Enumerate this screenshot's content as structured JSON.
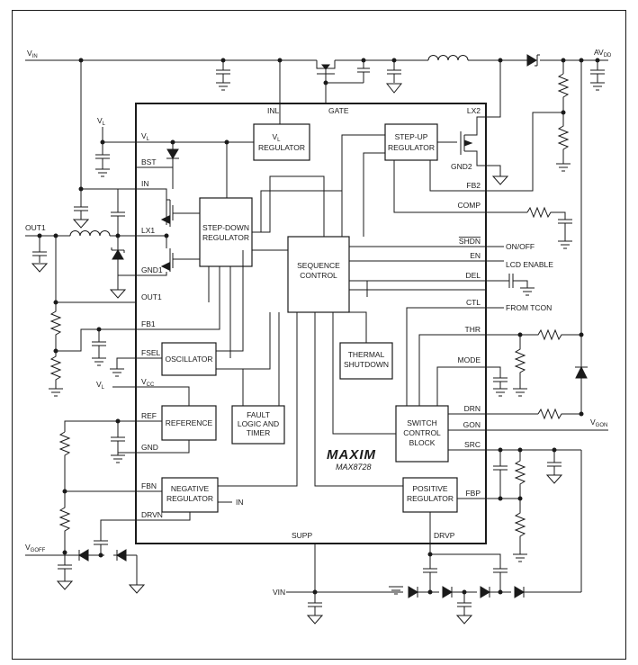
{
  "external": {
    "vin_top": "V",
    "vin_top_sub": "IN",
    "avdd": "AV",
    "avdd_sub": "DD",
    "vl": "V",
    "vl_sub": "L",
    "vl2": "V",
    "vl2_sub": "L",
    "out1": "OUT1",
    "vgoff": "V",
    "vgoff_sub": "GOFF",
    "vgon": "V",
    "vgon_sub": "GON",
    "vin_bottom": "VIN",
    "on_off": "ON/OFF",
    "lcd_enable": "LCD ENABLE",
    "from_tcon": "FROM TCON",
    "in_label": "IN"
  },
  "pins": {
    "vl": "V",
    "vl_sub": "L",
    "bst": "BST",
    "in": "IN",
    "lx1": "LX1",
    "gnd1": "GND1",
    "out1": "OUT1",
    "fb1": "FB1",
    "fsel": "FSEL",
    "vcc": "V",
    "vcc_sub": "CC",
    "ref": "REF",
    "gnd": "GND",
    "fbn": "FBN",
    "drvn": "DRVN",
    "inl": "INL",
    "gate": "GATE",
    "lx2": "LX2",
    "gnd2": "GND2",
    "fb2": "FB2",
    "comp": "COMP",
    "shdn": "SHDN",
    "en": "EN",
    "del": "DEL",
    "ctl": "CTL",
    "thr": "THR",
    "mode": "MODE",
    "drn": "DRN",
    "gon": "GON",
    "src": "SRC",
    "fbp": "FBP",
    "supp": "SUPP",
    "drvp": "DRVP"
  },
  "blocks": {
    "vl_reg_1": "V",
    "vl_reg_1_sub": "L",
    "vl_reg_2": "REGULATOR",
    "stepup_1": "STEP-UP",
    "stepup_2": "REGULATOR",
    "stepdown_1": "STEP-DOWN",
    "stepdown_2": "REGULATOR",
    "seq_1": "SEQUENCE",
    "seq_2": "CONTROL",
    "osc": "OSCILLATOR",
    "thermal_1": "THERMAL",
    "thermal_2": "SHUTDOWN",
    "fault_1": "FAULT",
    "fault_2": "LOGIC AND",
    "fault_3": "TIMER",
    "ref": "REFERENCE",
    "switch_1": "SWITCH",
    "switch_2": "CONTROL",
    "switch_3": "BLOCK",
    "neg_1": "NEGATIVE",
    "neg_2": "REGULATOR",
    "pos_1": "POSITIVE",
    "pos_2": "REGULATOR"
  },
  "brand": {
    "logo": "MAXIM",
    "part": "MAX8728"
  }
}
